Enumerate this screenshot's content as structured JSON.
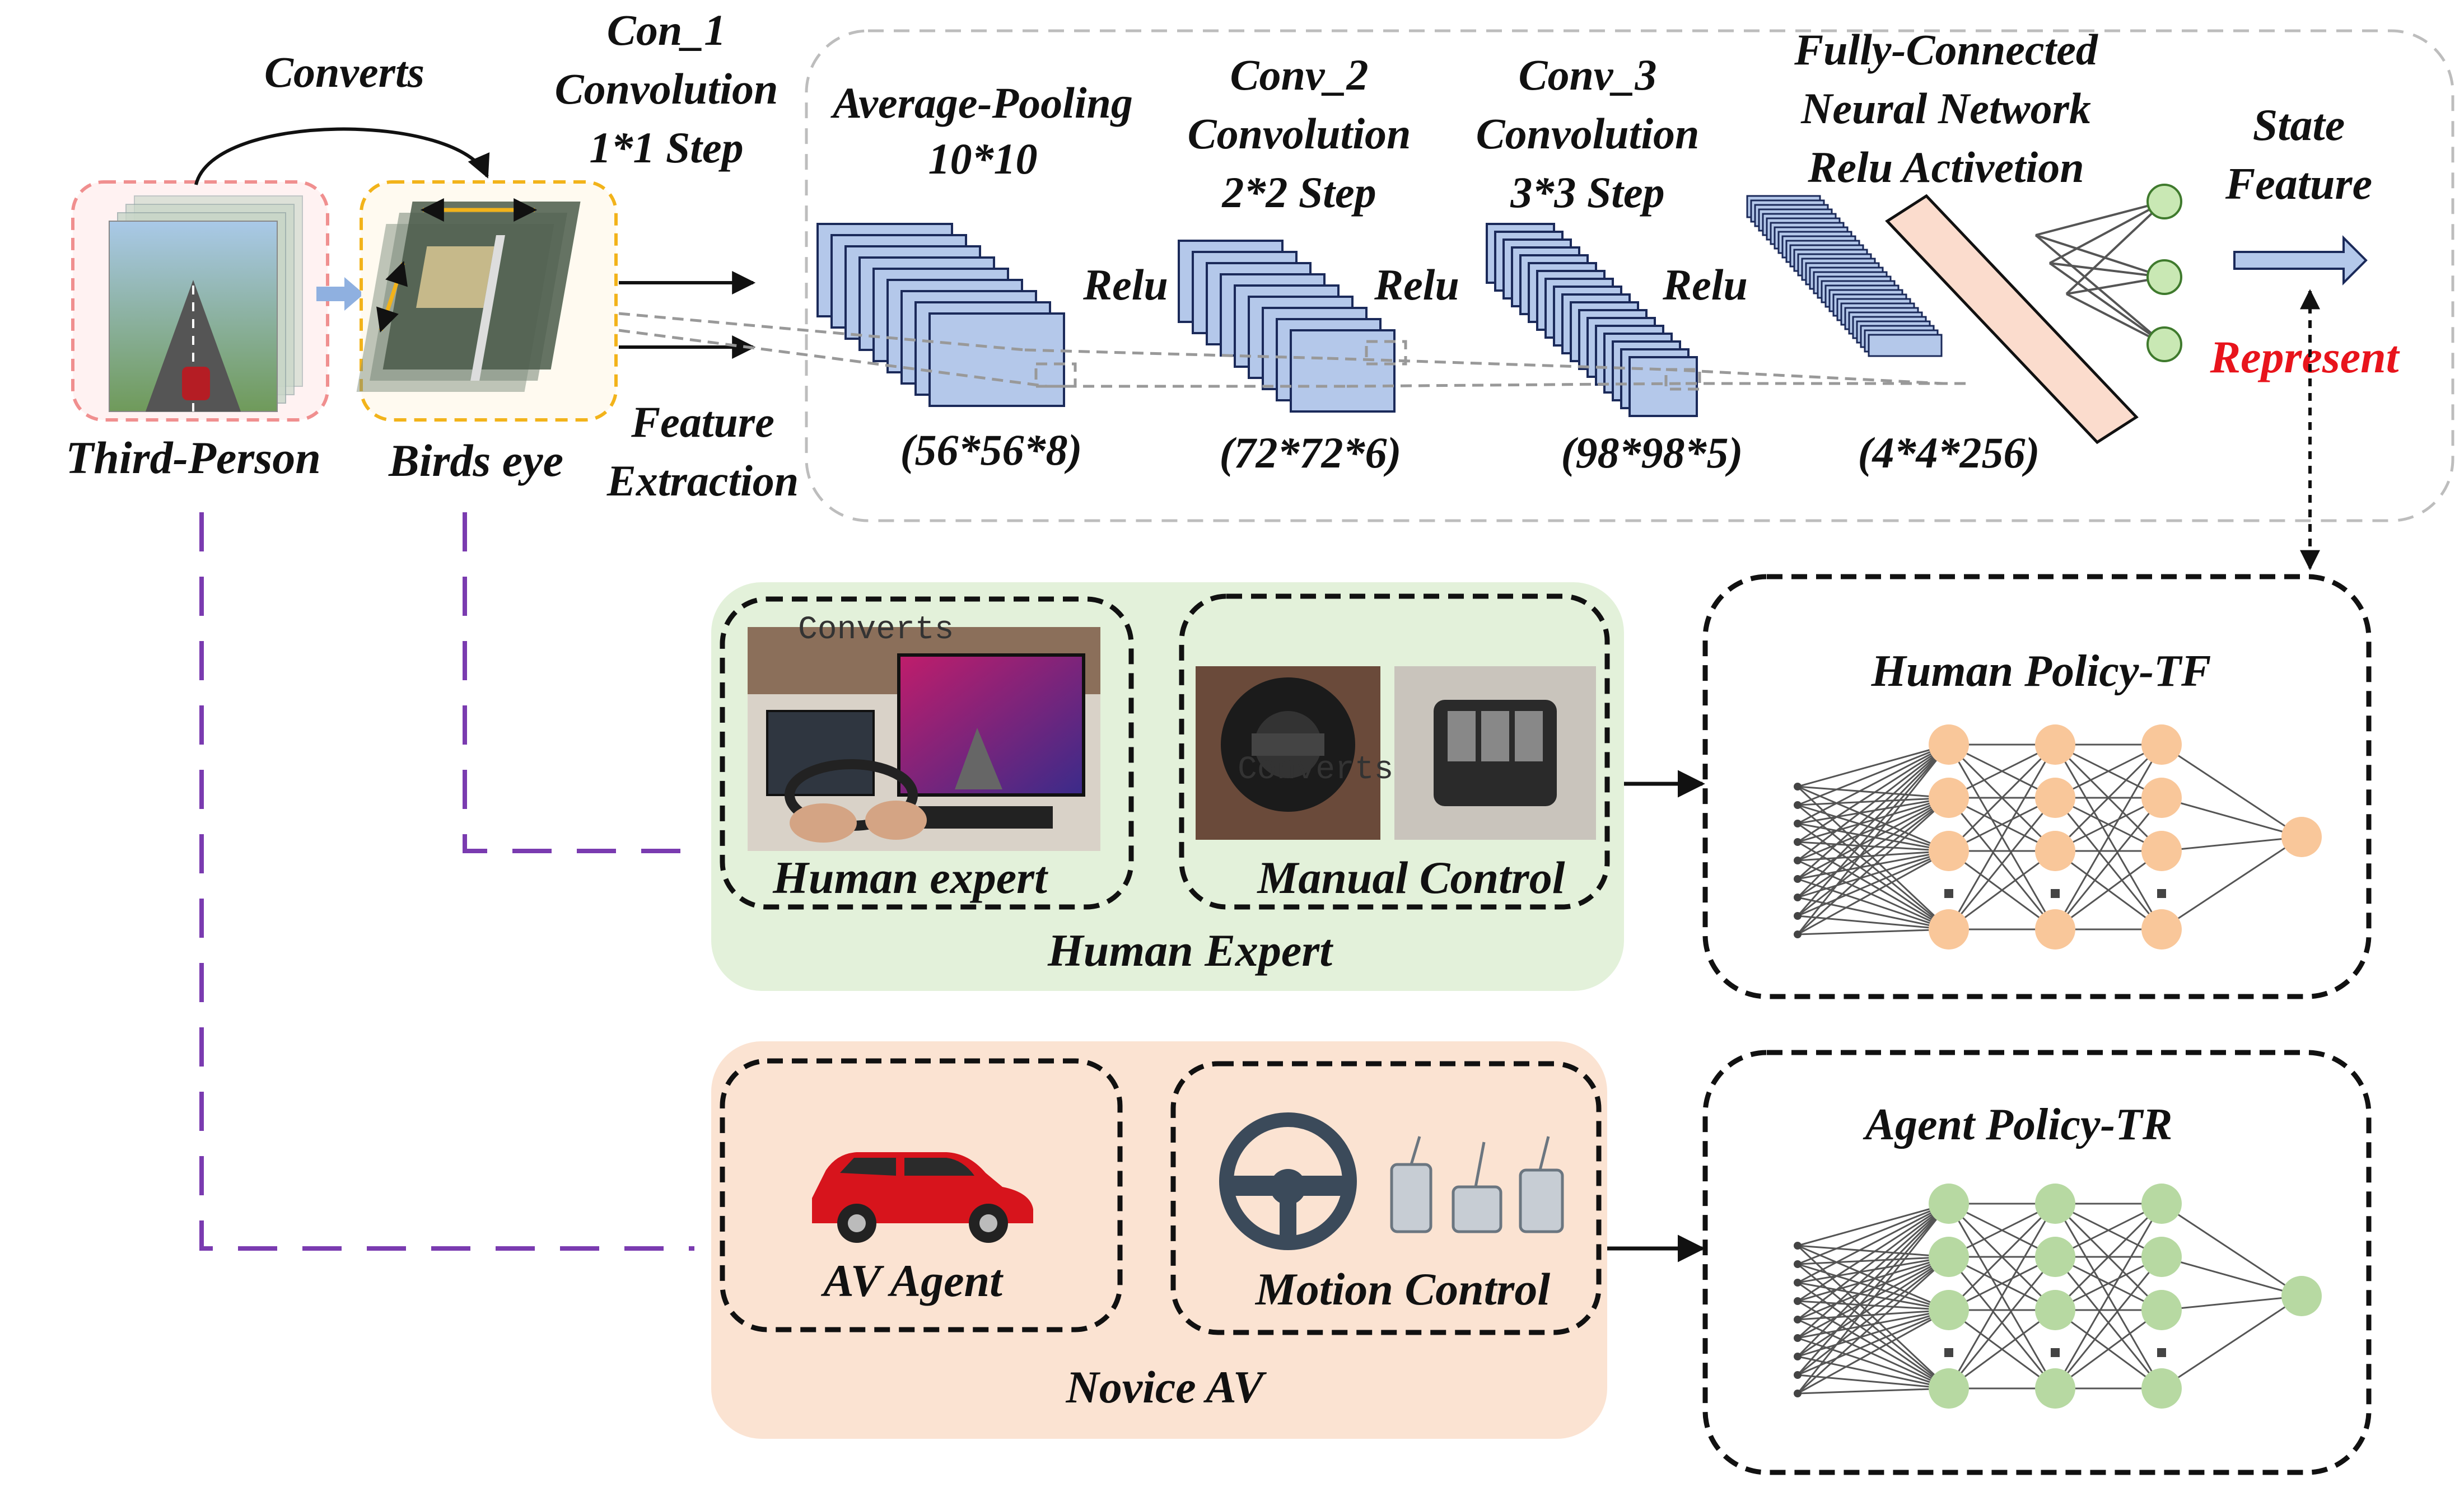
{
  "top": {
    "converts_arrow_label": "Converts",
    "third_person_label": "Third-Person",
    "birds_eye_label": "Birds eye",
    "con1": [
      "Con_1",
      "Convolution",
      "1*1 Step"
    ],
    "avg_pool": [
      "Average-Pooling",
      "10*10"
    ],
    "conv2": [
      "Conv_2",
      "Convolution",
      "2*2 Step"
    ],
    "conv3": [
      "Conv_3",
      "Convolution",
      "3*3 Step"
    ],
    "fc": [
      "Fully-Connected",
      "Neural Network",
      "Relu Activetion"
    ],
    "state_feature": [
      "State",
      "Feature"
    ],
    "relu": "Relu",
    "feature_extraction": [
      "Feature",
      "Extraction"
    ],
    "represent": "Represent",
    "represent_color": "#e8141c",
    "dims": [
      "(56*56*8)",
      "(72*72*6)",
      "(98*98*5)",
      "(4*4*256)"
    ]
  },
  "human": {
    "group_label": "Human Expert",
    "expert_label": "Human expert",
    "manual_label": "Manual Control",
    "overlay_text": "Converts",
    "policy_label": "Human Policy-TF",
    "node_color": "#f9c79a",
    "panel_color": "#e3f1da"
  },
  "novice": {
    "group_label": "Novice AV",
    "agent_label": "AV Agent",
    "motion_label": "Motion Control",
    "policy_label": "Agent Policy-TR",
    "node_color": "#b7d9a2",
    "panel_color": "#fbe3d2"
  },
  "colors": {
    "purple_dashed": "#7a3bb0",
    "feature_map_fill": "#b4c8ea",
    "feature_map_stroke": "#1b2a5a",
    "yellow_box": "#f2b31a",
    "pink_box": "#f08f8f"
  }
}
